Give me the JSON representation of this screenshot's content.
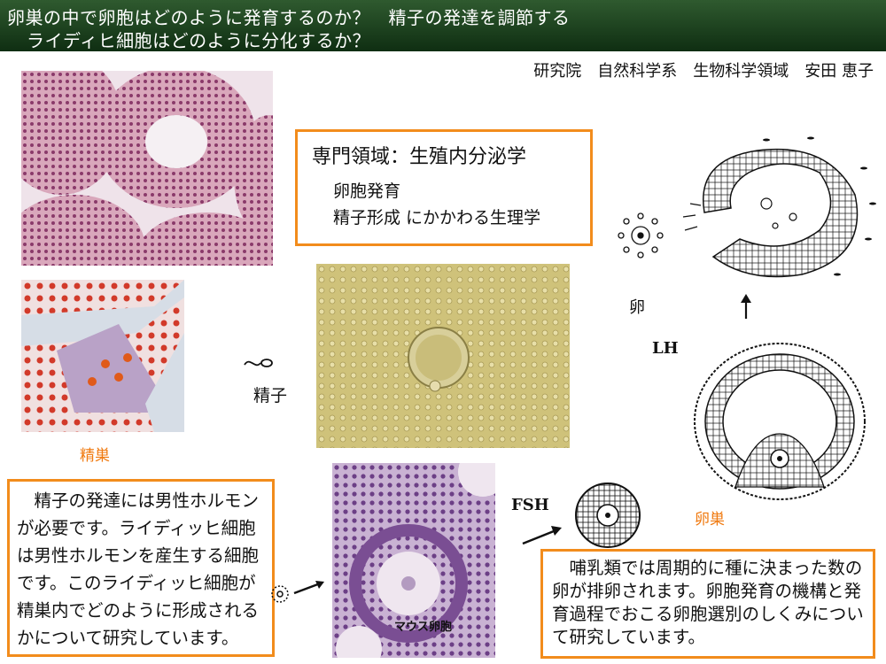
{
  "header": {
    "line1": "卵巣の中で卵胞はどのように発育するのか？　精子の発達を調節する",
    "line2": "ライディヒ細胞はどのように分化するか？"
  },
  "affiliation": "研究院　自然科学系　生物科学領域　安田 恵子",
  "specialty": {
    "heading": "専門領域：生殖内分泌学",
    "line1": "卵胞発育",
    "line2": "精子形成 にかかわる生理学"
  },
  "labels": {
    "testis": "精巣",
    "sperm": "精子",
    "egg": "卵",
    "lh": "LH",
    "fsh": "FSH",
    "ovary": "卵巣",
    "mouse_ovary": "マウス卵胞"
  },
  "left_text": "　精子の発達には男性ホルモンが必要です。ライディッヒ細胞は男性ホルモンを産生する細胞です。このライディッヒ細胞が精巣内でどのように形成されるかについて研究しています。",
  "right_text": "　哺乳類では周期的に種に決まった数の卵が排卵されます。卵胞発育の機構と発育過程でおこる卵胞選別のしくみについて研究しています。",
  "colors": {
    "header_bg": "#1a3d1c",
    "accent_orange": "#f28c1c"
  }
}
